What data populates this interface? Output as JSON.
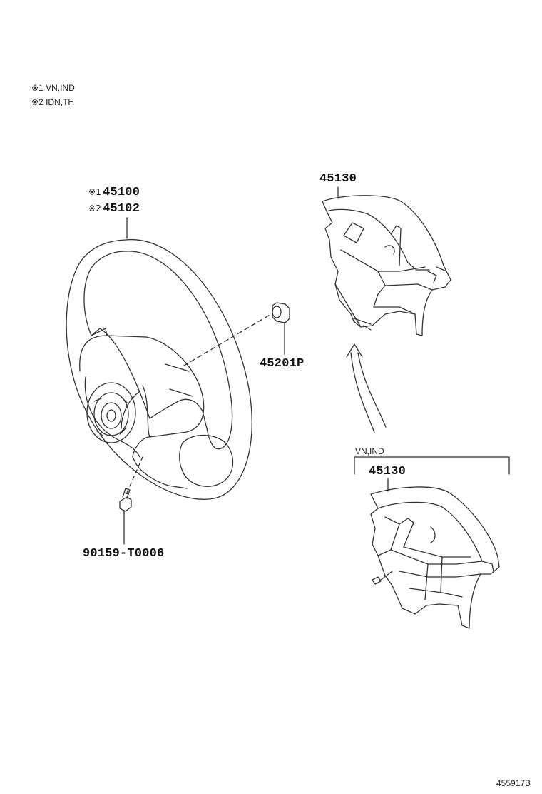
{
  "legend": [
    {
      "mark": "※1",
      "text": "VN,IND"
    },
    {
      "mark": "※2",
      "text": "IDN,TH"
    }
  ],
  "parts": {
    "steering_wheel": [
      {
        "mark": "※1",
        "number": "45100"
      },
      {
        "mark": "※2",
        "number": "45102"
      }
    ],
    "horn_pad_top": "45130",
    "horn_pad_bottom": "45130",
    "nut": "45201P",
    "screw": "90159-T0006"
  },
  "variant_label": "VN,IND",
  "figure_id": "455917B"
}
